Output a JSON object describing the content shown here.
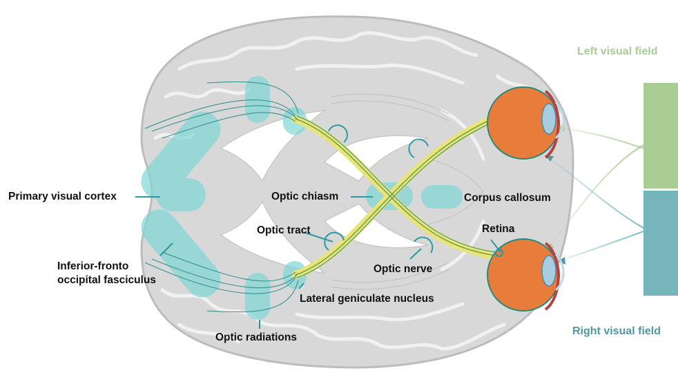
{
  "labels": {
    "primary_visual_cortex": "Primary visual cortex",
    "optic_chiasm": "Optic chiasm",
    "corpus_callosum": "Corpus callosum",
    "optic_tract": "Optic tract",
    "retina": "Retina",
    "inferior_fronto_line1": "Inferior-fronto",
    "inferior_fronto_line2": "occipital fasciculus",
    "optic_nerve": "Optic nerve",
    "lateral_geniculate_nucleus": "Lateral geniculate nucleus",
    "optic_radiations": "Optic radiations"
  },
  "visual_fields": {
    "left_title": "Left visual field",
    "right_title": "Right visual field"
  },
  "colors": {
    "left_field": "#a9cd95",
    "right_field": "#76b5bb",
    "highlight": "#7fd6d6",
    "leader": "#2a9aa0",
    "brain": "#d8d8d8",
    "eye": "#e87c3a"
  }
}
